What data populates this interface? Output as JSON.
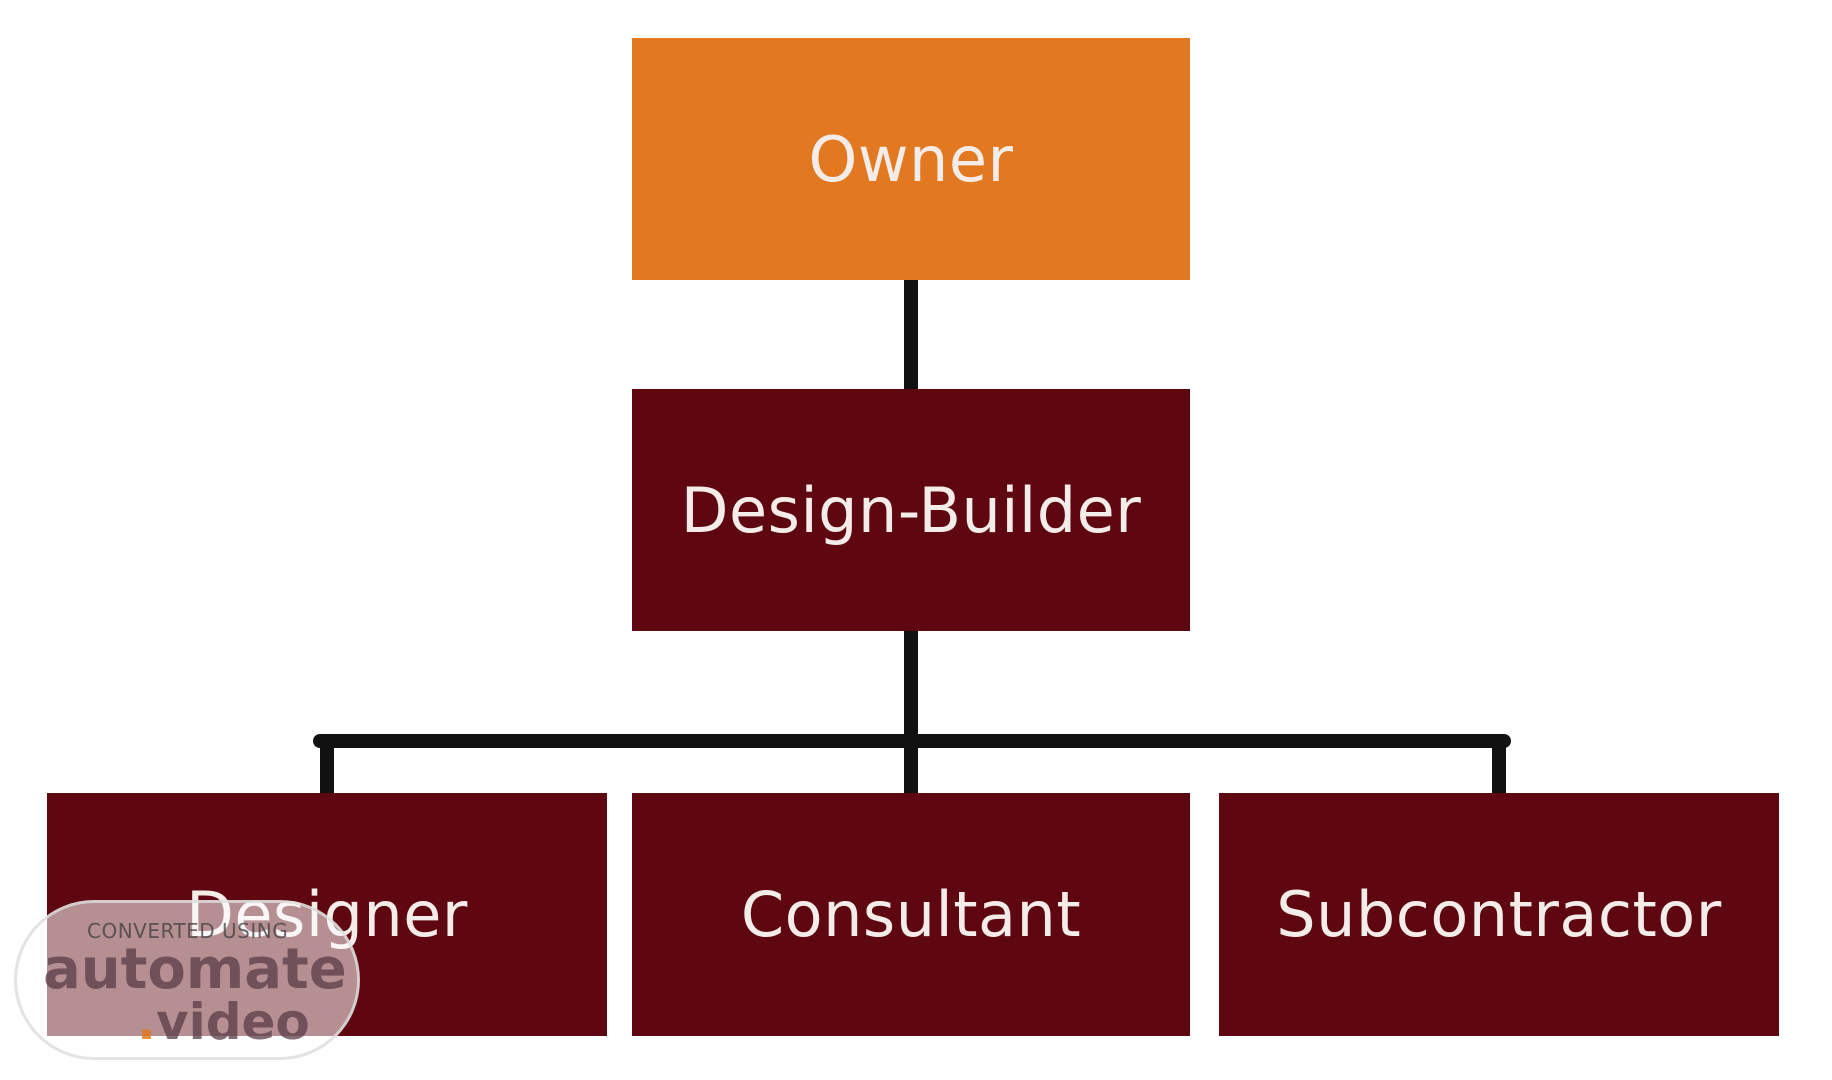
{
  "diagram": {
    "nodes": {
      "owner": "Owner",
      "design_builder": "Design-Builder",
      "designer": "Designer",
      "consultant": "Consultant",
      "subcontractor": "Subcontractor"
    },
    "edges": [
      [
        "owner",
        "design_builder"
      ],
      [
        "design_builder",
        "designer"
      ],
      [
        "design_builder",
        "consultant"
      ],
      [
        "design_builder",
        "subcontractor"
      ]
    ],
    "colors": {
      "owner": "#e2781f",
      "child": "#5e0710",
      "text": "#f3ece8",
      "connector": "#111111"
    }
  },
  "watermark": {
    "top_text": "CONVERTED USING",
    "brand": "automate",
    "brand_suffix": "video",
    "dot": "."
  }
}
